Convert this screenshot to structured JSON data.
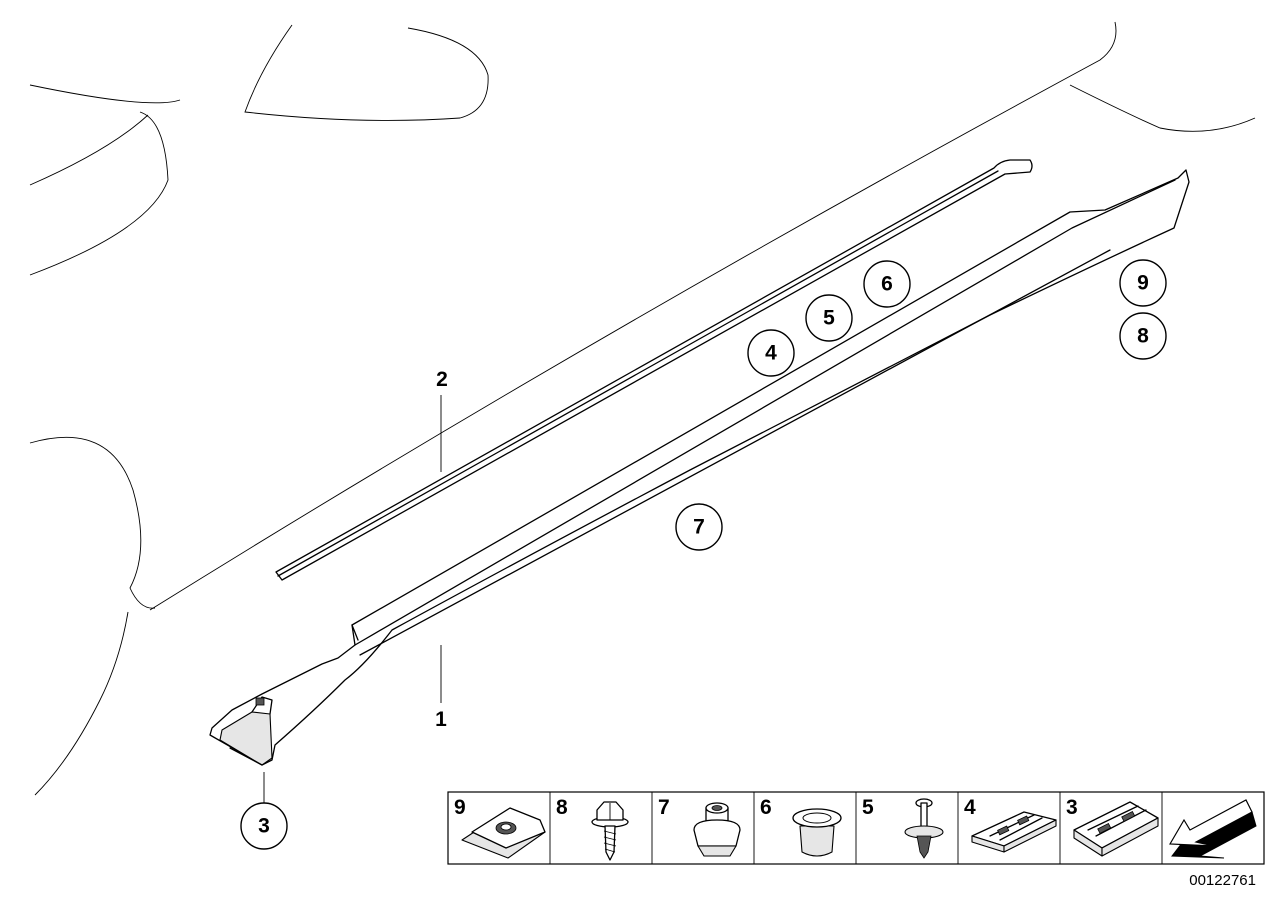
{
  "diagram": {
    "leader_labels": [
      {
        "id": "2",
        "text": "2"
      },
      {
        "id": "1",
        "text": "1"
      }
    ],
    "callouts": [
      {
        "id": "6",
        "text": "6"
      },
      {
        "id": "5",
        "text": "5"
      },
      {
        "id": "4",
        "text": "4"
      },
      {
        "id": "7",
        "text": "7"
      },
      {
        "id": "9",
        "text": "9"
      },
      {
        "id": "8",
        "text": "8"
      },
      {
        "id": "3",
        "text": "3"
      }
    ],
    "parts_strip": [
      {
        "num": "9",
        "icon": "clip-nut-icon"
      },
      {
        "num": "8",
        "icon": "hex-screw-icon"
      },
      {
        "num": "7",
        "icon": "expansion-nut-icon"
      },
      {
        "num": "6",
        "icon": "grommet-icon"
      },
      {
        "num": "5",
        "icon": "expanding-rivet-icon"
      },
      {
        "num": "4",
        "icon": "holder-clip-icon"
      },
      {
        "num": "3",
        "icon": "bracket-clip-icon"
      },
      {
        "num": "",
        "icon": "arrow-icon"
      }
    ],
    "document_number": "00122761"
  }
}
